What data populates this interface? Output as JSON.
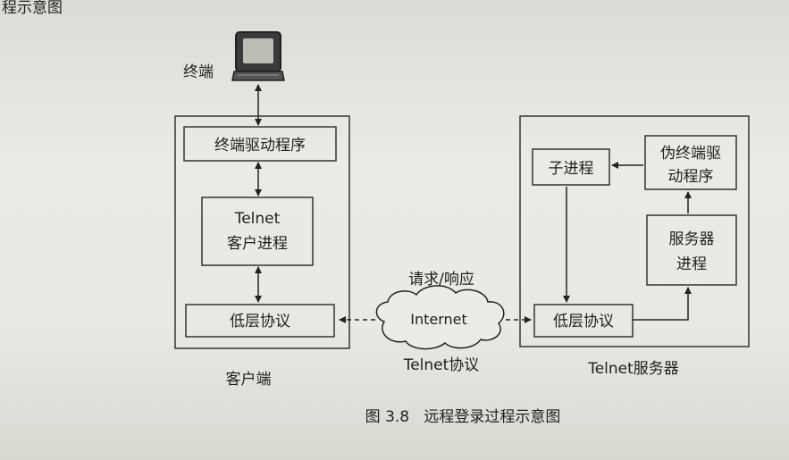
{
  "diagram": {
    "terminal_label": "终端",
    "client": {
      "caption": "客户端",
      "terminal_driver": "终端驱动程序",
      "telnet_process_line1": "Telnet",
      "telnet_process_line2": "客户进程",
      "low_protocol": "低层协议"
    },
    "network": {
      "request_response": "请求/响应",
      "cloud_label": "Internet",
      "protocol_caption": "Telnet协议"
    },
    "server": {
      "caption": "Telnet服务器",
      "child_process": "子进程",
      "pseudo_terminal_line1": "伪终端驱",
      "pseudo_terminal_line2": "动程序",
      "server_process_line1": "服务器",
      "server_process_line2": "进程",
      "low_protocol": "低层协议"
    },
    "figure_caption": "图 3.8   远程登录过程示意图",
    "top_text_fragment": "程示意图"
  }
}
